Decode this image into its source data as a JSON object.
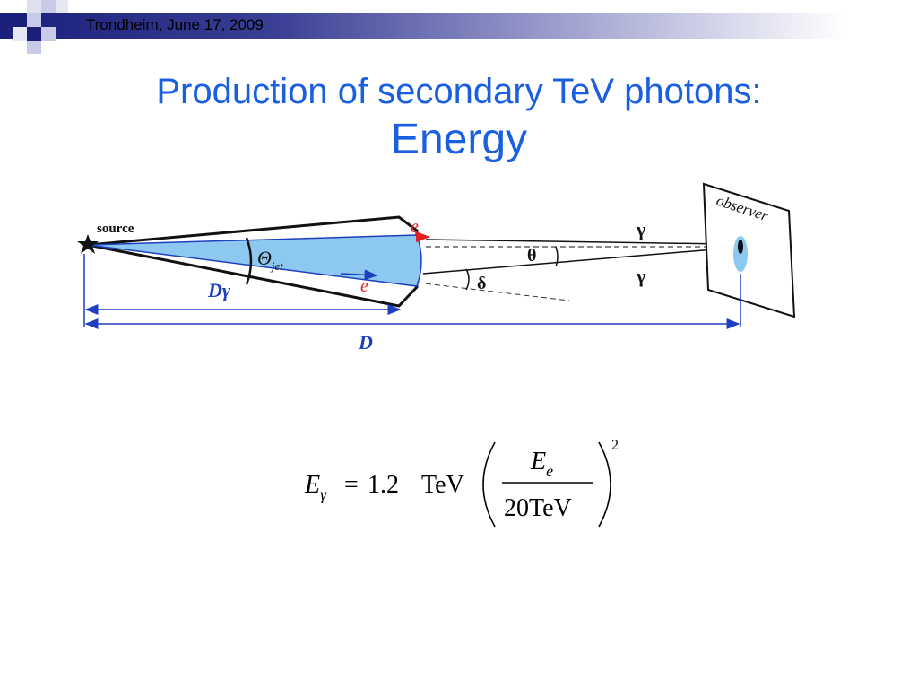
{
  "header": {
    "date": "Trondheim, June 17, 2009"
  },
  "title": {
    "line1": "Production of secondary TeV photons:",
    "line2": "Energy"
  },
  "diagram": {
    "source_label": "source",
    "observer_label": "observer",
    "theta_jet": "Θ",
    "theta_jet_sub": "jet",
    "electron": "e",
    "gamma": "γ",
    "theta": "θ",
    "delta": "δ",
    "d_gamma": "Dγ",
    "d": "D"
  },
  "equation": {
    "lhs_var": "E",
    "lhs_sub": "γ",
    "equals": "=",
    "coefficient": "1.2",
    "unit": "TeV",
    "numerator_var": "E",
    "numerator_sub": "e",
    "denominator": "20TeV",
    "exponent": "2"
  },
  "colors": {
    "title": "#1a5fe0",
    "cone_fill": "#8cc8f0",
    "diagram_blue": "#1e3fbf",
    "arrow_red": "#e02020"
  }
}
